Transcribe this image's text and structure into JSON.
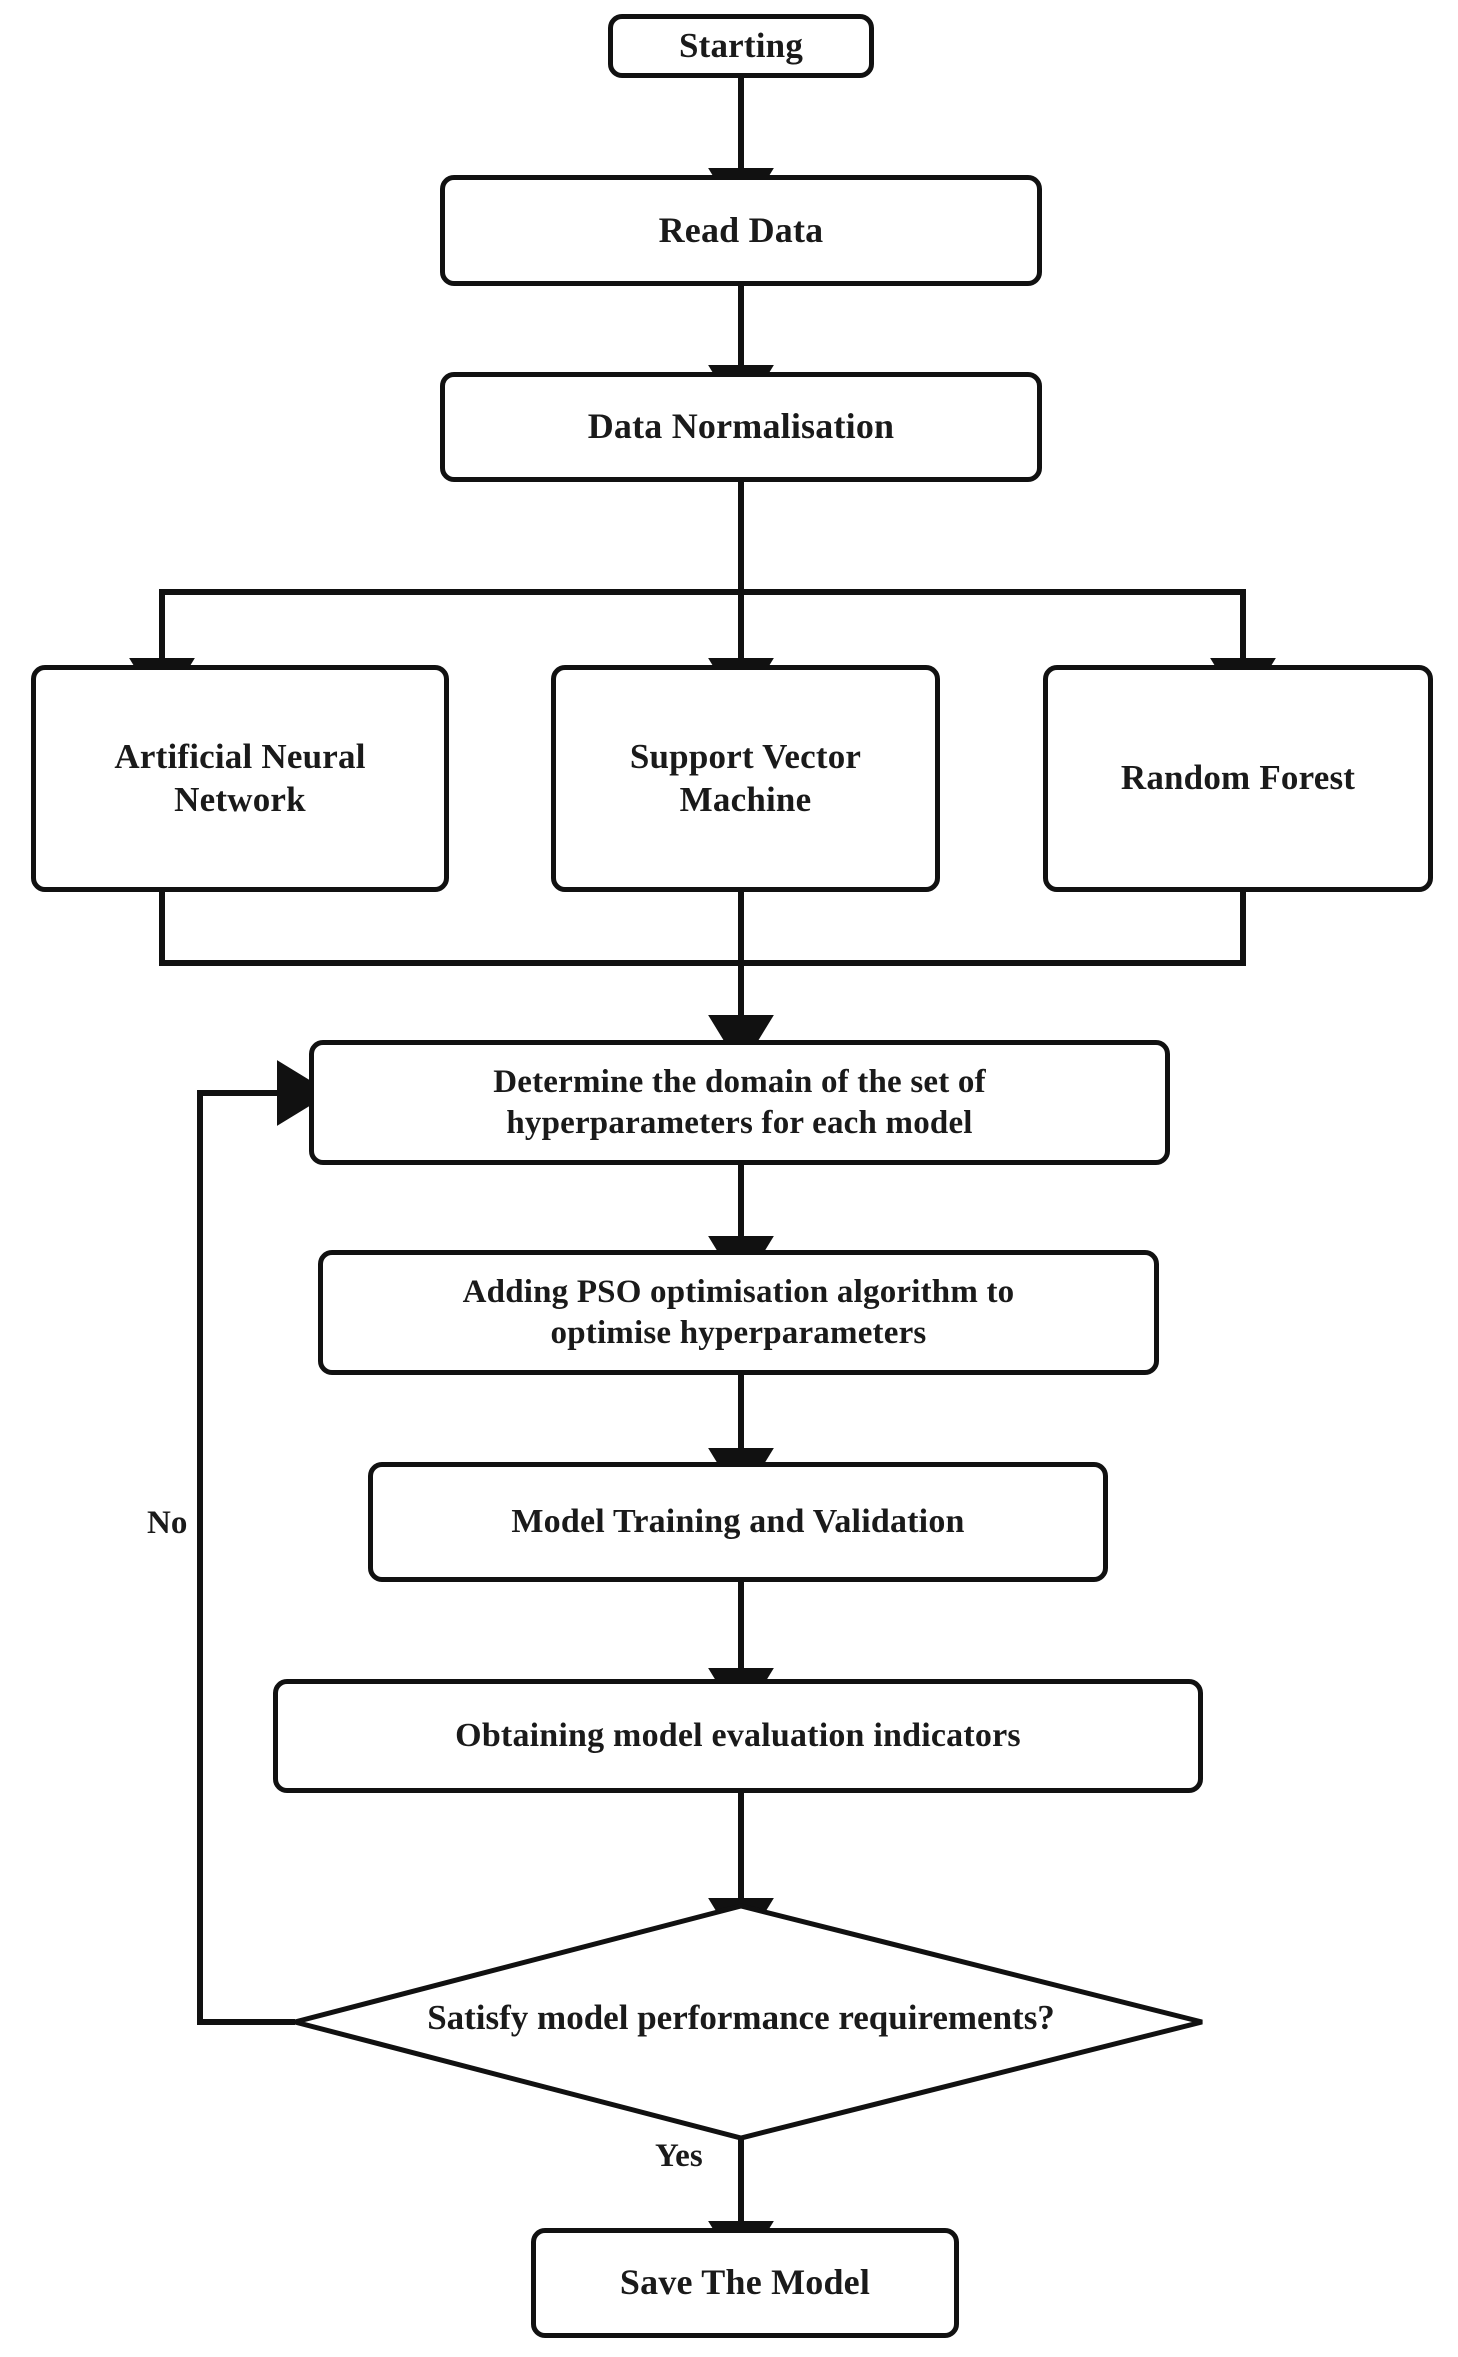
{
  "diagram": {
    "title": "Machine learning model training flowchart with PSO hyperparameter optimisation",
    "colors": {
      "stroke": "#111111",
      "fill": "#ffffff",
      "text": "#1a1a1a"
    },
    "nodes": {
      "start": {
        "label": "Starting",
        "shape": "rounded-rect"
      },
      "read_data": {
        "label": "Read Data",
        "shape": "rounded-rect"
      },
      "data_normalisation": {
        "label": "Data Normalisation",
        "shape": "rounded-rect"
      },
      "ann": {
        "label": "Artificial Neural\nNetwork",
        "shape": "rounded-rect"
      },
      "svm": {
        "label": "Support Vector\nMachine",
        "shape": "rounded-rect"
      },
      "rf": {
        "label": "Random Forest",
        "shape": "rounded-rect"
      },
      "determine_domain": {
        "label": "Determine the domain of the set of\nhyperparameters for each model",
        "shape": "rounded-rect"
      },
      "pso": {
        "label": "Adding PSO optimisation algorithm to\noptimise hyperparameters",
        "shape": "rounded-rect"
      },
      "training": {
        "label": "Model Training and Validation",
        "shape": "rounded-rect"
      },
      "indicators": {
        "label": "Obtaining model evaluation indicators",
        "shape": "rounded-rect"
      },
      "decision": {
        "label": "Satisfy model performance requirements?",
        "shape": "diamond"
      },
      "save_model": {
        "label": "Save The Model",
        "shape": "rounded-rect"
      }
    },
    "edge_labels": {
      "no": "No",
      "yes": "Yes"
    },
    "flow": [
      {
        "from": "start",
        "to": "read_data"
      },
      {
        "from": "read_data",
        "to": "data_normalisation"
      },
      {
        "from": "data_normalisation",
        "to": "ann"
      },
      {
        "from": "data_normalisation",
        "to": "svm"
      },
      {
        "from": "data_normalisation",
        "to": "rf"
      },
      {
        "from": "ann",
        "to": "determine_domain"
      },
      {
        "from": "svm",
        "to": "determine_domain"
      },
      {
        "from": "rf",
        "to": "determine_domain"
      },
      {
        "from": "determine_domain",
        "to": "pso"
      },
      {
        "from": "pso",
        "to": "training"
      },
      {
        "from": "training",
        "to": "indicators"
      },
      {
        "from": "indicators",
        "to": "decision"
      },
      {
        "from": "decision",
        "to": "determine_domain",
        "label": "No"
      },
      {
        "from": "decision",
        "to": "save_model",
        "label": "Yes"
      }
    ]
  }
}
